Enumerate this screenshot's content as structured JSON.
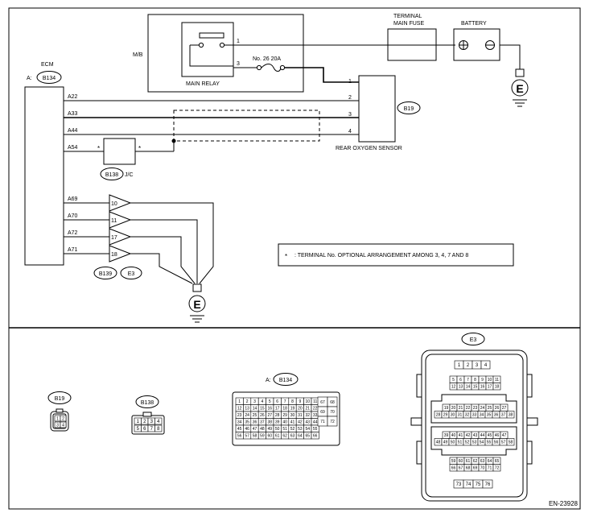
{
  "doc_id": "EN-23928",
  "labels": {
    "ecm": "ECM",
    "mb": "M/B",
    "main_relay": "MAIN RELAY",
    "terminal_main_fuse_l1": "TERMINAL",
    "terminal_main_fuse_l2": "MAIN FUSE",
    "battery": "BATTERY",
    "fuse": "No. 26   20A",
    "rear_oxygen_sensor": "REAR OXYGEN SENSOR",
    "jc": "J/C",
    "ground": "E",
    "note": ":  TERMINAL No. OPTIONAL ARRANGEMENT AMONG 3, 4, 7 AND 8",
    "star": "*",
    "conn_prefix_a": "A:",
    "plus": "+",
    "minus": "−"
  },
  "connectors": {
    "b134": "B134",
    "b19": "B19",
    "b138": "B138",
    "b139": "B139",
    "e3": "E3"
  },
  "relay_pins": [
    "1",
    "3"
  ],
  "sensor_pins": [
    "1",
    "2",
    "3",
    "4"
  ],
  "ecm_pins": [
    "A22",
    "A33",
    "A44",
    "A54",
    "A69",
    "A70",
    "A72",
    "A71"
  ],
  "joint_pins": [
    "10",
    "11",
    "17",
    "18"
  ],
  "b19_face": [
    "1",
    "2",
    "3",
    "4"
  ],
  "b138_face": [
    [
      "1",
      "2",
      "3",
      "4"
    ],
    [
      "5",
      "6",
      "7",
      "8"
    ]
  ],
  "b134_face": {
    "rows": [
      [
        "1",
        "2",
        "3",
        "4",
        "5",
        "6",
        "7",
        "8",
        "9",
        "10",
        "11"
      ],
      [
        "12",
        "13",
        "14",
        "15",
        "16",
        "17",
        "18",
        "19",
        "20",
        "21",
        "22"
      ],
      [
        "23",
        "24",
        "25",
        "26",
        "27",
        "28",
        "29",
        "30",
        "31",
        "32",
        "33"
      ],
      [
        "34",
        "35",
        "36",
        "37",
        "38",
        "39",
        "40",
        "41",
        "42",
        "43",
        "44"
      ],
      [
        "45",
        "46",
        "47",
        "48",
        "49",
        "50",
        "51",
        "52",
        "53",
        "54",
        "55"
      ],
      [
        "56",
        "57",
        "58",
        "59",
        "60",
        "61",
        "62",
        "63",
        "64",
        "65",
        "66"
      ]
    ],
    "side": [
      [
        "67",
        "68"
      ],
      [
        "69",
        "70"
      ],
      [
        "71",
        "72"
      ]
    ]
  },
  "e3_face": {
    "top": [
      "1",
      "2",
      "3",
      "4"
    ],
    "r1": [
      "5",
      "6",
      "7",
      "8",
      "9",
      "10",
      "11"
    ],
    "r2": [
      "12",
      "13",
      "14",
      "15",
      "16",
      "17",
      "18"
    ],
    "r3": [
      "19",
      "20",
      "21",
      "22",
      "23",
      "24",
      "25",
      "26",
      "27"
    ],
    "r4": [
      "28",
      "29",
      "30",
      "31",
      "32",
      "33",
      "34",
      "35",
      "36",
      "37",
      "38"
    ],
    "r5": [
      "39",
      "40",
      "41",
      "42",
      "43",
      "44",
      "45",
      "46",
      "47"
    ],
    "r6": [
      "48",
      "49",
      "50",
      "51",
      "52",
      "53",
      "54",
      "55",
      "56",
      "57",
      "58"
    ],
    "r7": [
      "59",
      "60",
      "61",
      "62",
      "63",
      "64",
      "65"
    ],
    "r8": [
      "66",
      "67",
      "68",
      "69",
      "70",
      "71",
      "72"
    ],
    "bottom": [
      "73",
      "74",
      "75",
      "76"
    ]
  }
}
